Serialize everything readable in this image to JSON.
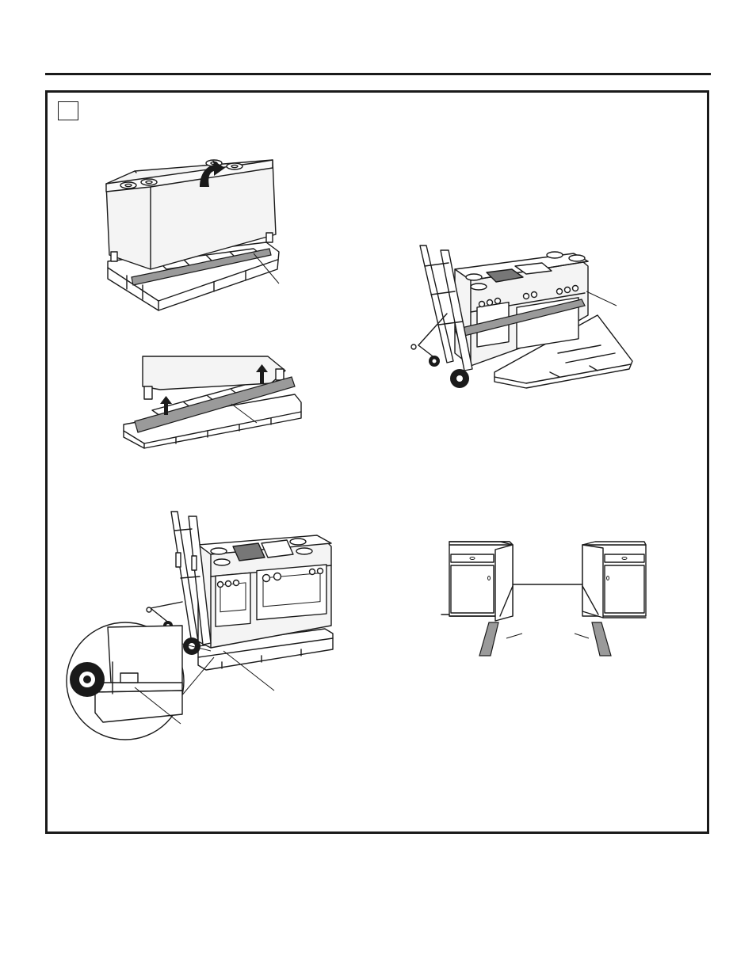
{
  "page": {
    "step_marker": "",
    "figures": [
      {
        "name": "lift-box-off-range-figure",
        "icon": "up-arrow-icon"
      },
      {
        "name": "remove-shipping-strap-figure",
        "icon": "up-arrow-icon"
      },
      {
        "name": "hand-truck-tilt-range-figure"
      },
      {
        "name": "hand-truck-remove-from-pallet-figure"
      },
      {
        "name": "cabinet-opening-ramps-figure"
      }
    ]
  },
  "colors": {
    "line": "#1a1a1a",
    "strap": "#9a9a9a",
    "background": "#ffffff"
  }
}
